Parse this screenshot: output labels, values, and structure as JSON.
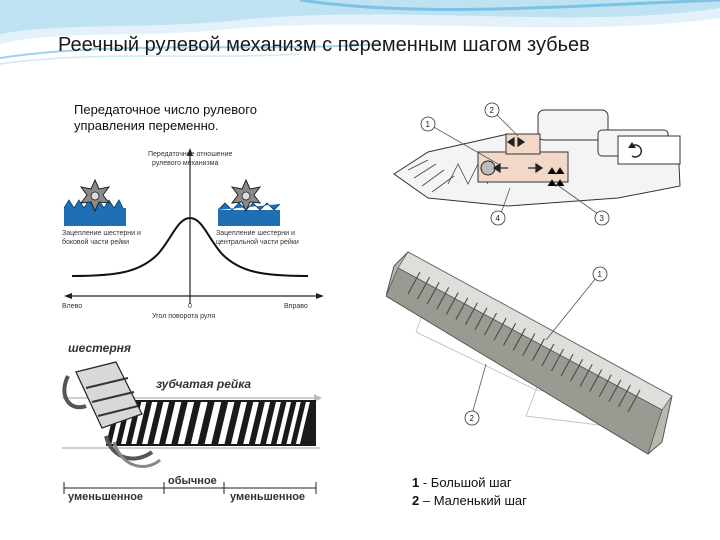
{
  "slide": {
    "title": "Реечный рулевой механизм с переменным шагом зубьев",
    "subtitle": "Передаточное число рулевого управления переменно."
  },
  "graph": {
    "y_label_1": "Передаточное отношение",
    "y_label_2": "рулевого механизма",
    "left_caption_1": "Зацепление шестерни и",
    "left_caption_2": "боковой части рейки",
    "right_caption_1": "Зацепление шестерни и",
    "right_caption_2": "центральной части рейки",
    "x_left": "Влево",
    "x_zero": "0",
    "x_right": "Вправо",
    "x_label": "Угол поворота руля"
  },
  "mechanism": {
    "callout_1": "1",
    "callout_2": "2",
    "callout_3": "3",
    "callout_4": "4"
  },
  "rack": {
    "callout_1": "1",
    "callout_2": "2"
  },
  "pinion": {
    "label_pinion": "шестерня",
    "label_rack": "зубчатая рейка",
    "label_normal": "обычное",
    "label_reduced_left": "уменьшенное",
    "label_reduced_right": "уменьшенное"
  },
  "legend": {
    "item1_num": "1",
    "item1_text": " - Большой шаг",
    "item2_num": "2",
    "item2_text": " – Маленький шаг"
  },
  "colors": {
    "banner": "#6fb6dd",
    "water": "#1f6fb5",
    "curve": "#111111",
    "rack_metal": "#b8b8b0"
  }
}
